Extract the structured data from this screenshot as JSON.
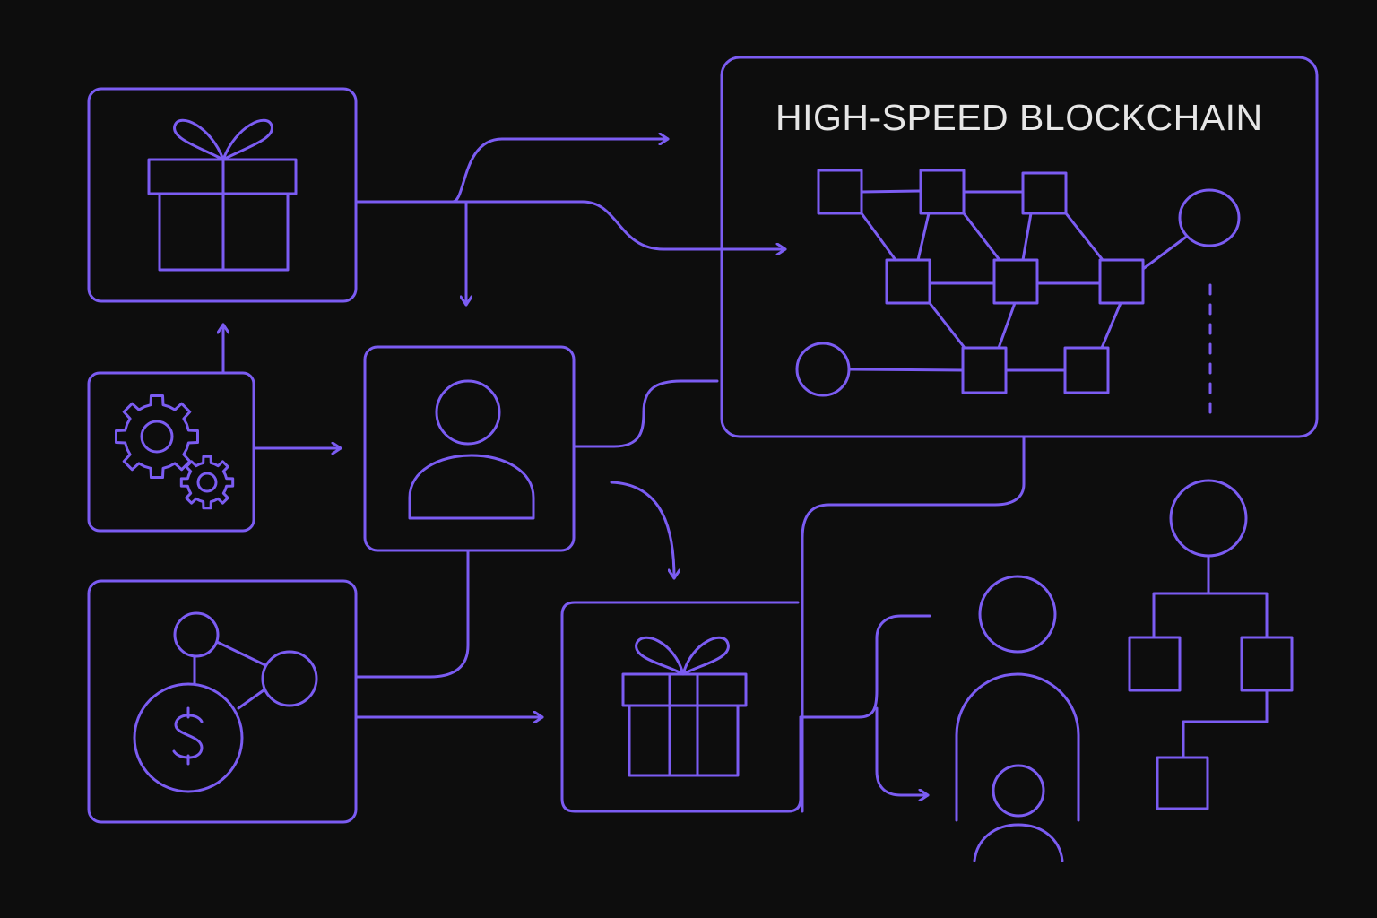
{
  "diagram": {
    "title": "HIGH-SPEED BLOCKCHAIN",
    "stroke_color": "#7b5cf2",
    "background_color": "#0d0d0d",
    "text_color": "#e6e6e6",
    "nodes": [
      {
        "id": "gift-box-top",
        "icon": "gift-icon"
      },
      {
        "id": "gears-box",
        "icon": "gears-icon"
      },
      {
        "id": "user-box",
        "icon": "user-icon"
      },
      {
        "id": "dollar-network-box",
        "icon": "dollar-network-icon"
      },
      {
        "id": "gift-box-bottom",
        "icon": "gift-icon"
      },
      {
        "id": "blockchain-box",
        "icon": "blockchain-network-icon"
      },
      {
        "id": "nested-users",
        "icon": "users-icon"
      },
      {
        "id": "hierarchy",
        "icon": "hierarchy-icon"
      }
    ]
  }
}
